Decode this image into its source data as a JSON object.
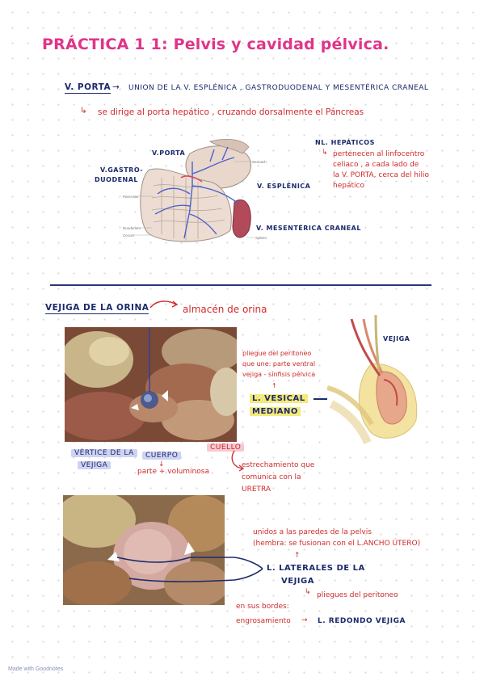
{
  "title": "PRÁCTICA 1 1: Pelvis y cavidad pélvica.",
  "porta": {
    "label": "V. PORTA",
    "arrow": "→",
    "text": "union de la V. ESPLÉNICA , GASTRODUODENAL y MESENTÉRICA CRANEAL",
    "sub_arrow": "↳",
    "sub_text": "se dirige al porta hepático , cruzando dorsalmente el Páncreas"
  },
  "liver_diagram": {
    "v_porta": "V.PORTA",
    "v_gastro_1": "V.GASTRO-",
    "v_gastro_2": "DUODENAL",
    "v_esplenica": "V. ESPLÉNICA",
    "v_mesenterica": "V. MESENTÉRICA CRANEAL",
    "labels": [
      "Stomach",
      "Pancreas",
      "Duodenum",
      "Cecum",
      "Spleen"
    ]
  },
  "nl_hepaticos": {
    "label": "NL. HEPÁTICOS",
    "arrow": "↳",
    "lines": [
      "pertenecen al linfocentro",
      "celiaco , a cada lado de",
      "la V. PORTA, cerca del hilio",
      "hepático"
    ]
  },
  "vejiga": {
    "heading": "VEJIGA DE LA ORINA",
    "desc": "almacén de orina",
    "pliegue": [
      "pliegue del peritoneo",
      "que une: parte ventral",
      "vejiga - sínfisis pélvica"
    ],
    "pliegue_arrow": "↑",
    "l_vesical_1": "L. VESICAL",
    "l_vesical_2": "MEDIANO",
    "diagram_label": "VEJIGA",
    "vertice_1": "VÉRTICE de la",
    "vertice_2": "VEJIGA",
    "cuerpo": "CUERPO",
    "cuerpo_arrow": "↓",
    "cuerpo_desc": "parte + voluminosa",
    "cuello": "CUELLO",
    "cuello_desc": [
      "estrechamiento que",
      "comunica con la",
      "URETRA"
    ]
  },
  "laterales": {
    "unidos": [
      "unidos a las paredes de la pelvis",
      "(hembra: se fusionan con el L.ANCHO ÚTERO)"
    ],
    "up_arrow": "↑",
    "label_1": "L. LATERALES de la",
    "label_2": "VEJIGA",
    "pliegues_arrow": "↳",
    "pliegues": "pliegues del peritoneo",
    "bordes": "en sus bordes:",
    "engrosamiento": "engrosamiento",
    "arrow": "→",
    "redondo": "L. REDONDO VEJIGA"
  },
  "footer": "Made with Goodnotes"
}
